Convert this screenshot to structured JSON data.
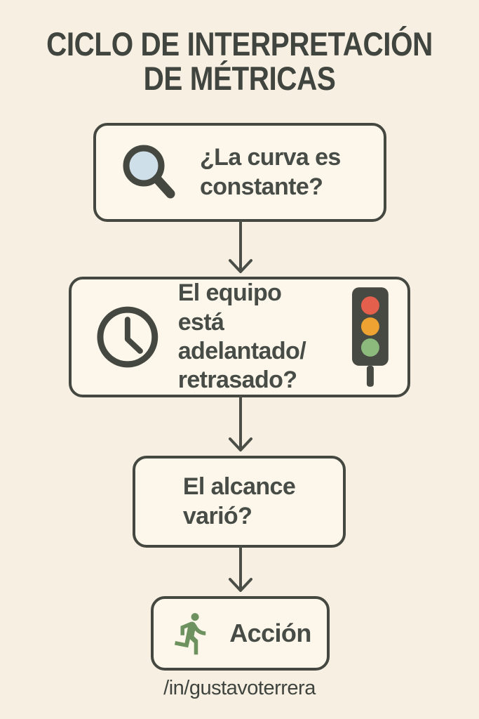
{
  "page": {
    "title": "CICLO DE INTERPRETACIÓN\nDE MÉTRICAS",
    "footer_handle": "/in/gustavoterrera",
    "background_color": "#f7f0e2"
  },
  "palette": {
    "outline_dark": "#454840",
    "text_dark": "#474c47",
    "node_fill": "#fcf7ea",
    "magnifier_lens_blue": "#cfdfe9",
    "traffic_body_gray": "#474a43",
    "traffic_red": "#e4604c",
    "traffic_orange": "#eda232",
    "traffic_green": "#8cba7c",
    "runner_green": "#6d9260"
  },
  "flow": {
    "steps": [
      {
        "label": "¿La curva es\nconstante?",
        "icon": "magnifier-icon"
      },
      {
        "label": "El equipo está\nadelantado/\nretrasado?",
        "icon": "clock-icon",
        "secondary_icon": "traffic-light-icon"
      },
      {
        "label": "El alcance\nvarió?",
        "icon": null
      },
      {
        "label": "Acción",
        "icon": "runner-icon"
      }
    ]
  }
}
